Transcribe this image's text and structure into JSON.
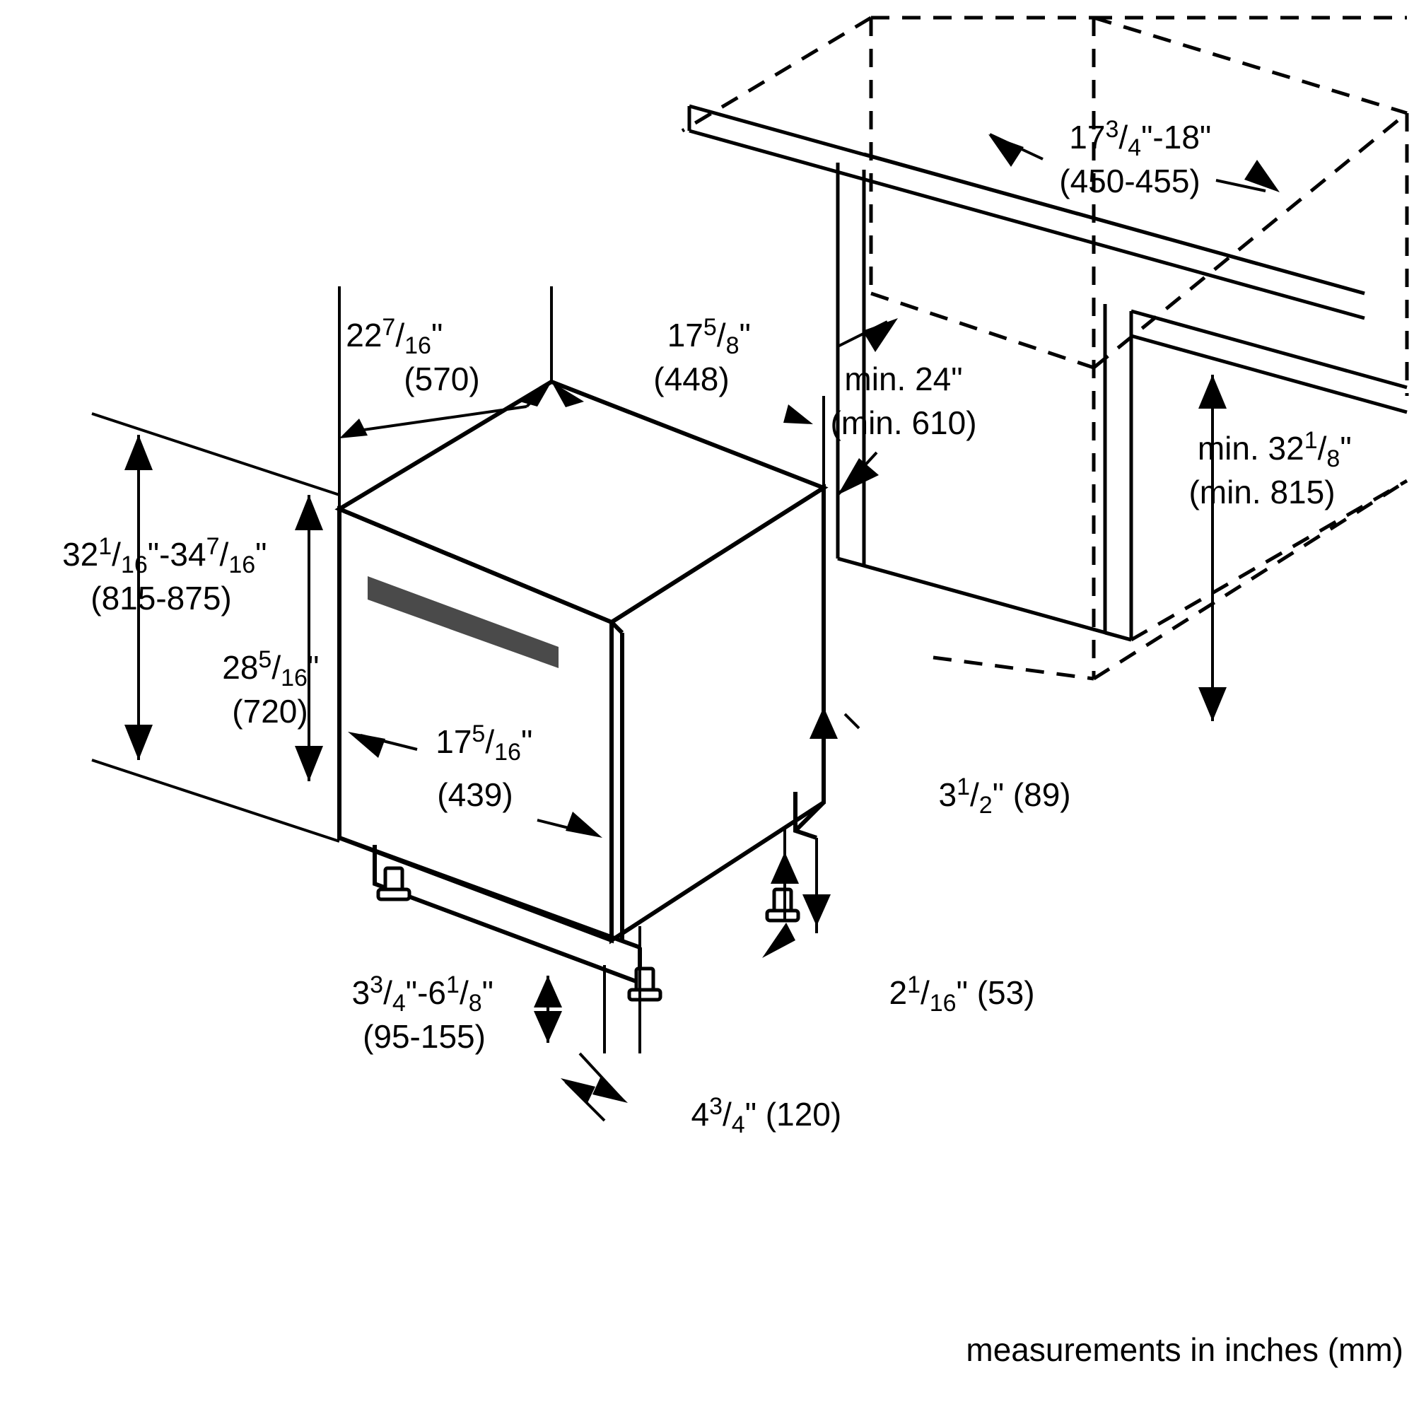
{
  "drawing": {
    "title": "Dishwasher installation dimension diagram",
    "footnote": "measurements in inches (mm)",
    "stroke_color": "#000000",
    "handle_color": "#4a4a4a",
    "background_color": "#ffffff"
  },
  "dimensions": {
    "depth_top_left": {
      "whole": "22",
      "numerator": "7",
      "denominator": "16",
      "unit": "\"",
      "inches_label": "22⁷/₁₆\"",
      "mm_label": "(570)"
    },
    "width_top_right": {
      "whole": "17",
      "numerator": "5",
      "denominator": "8",
      "unit": "\"",
      "inches_label": "17⁵/₈\"",
      "mm_label": "(448)"
    },
    "cabinet_depth": {
      "inches_label": "17³/₄\"-18\"",
      "mm_label": "(450-455)"
    },
    "cabinet_width_min": {
      "inches_label": "min. 24\"",
      "mm_label": "(min. 610)"
    },
    "cabinet_height_min": {
      "inches_label": "min. 32¹/₈\"",
      "mm_label": "(min. 815)"
    },
    "overall_height": {
      "inches_label": "32¹/₁₆\"-34⁷/₁₆\"",
      "mm_label": "(815-875)"
    },
    "door_height": {
      "inches_label": "28⁵/₁₆\"",
      "mm_label": "(720)"
    },
    "front_width": {
      "inches_label": "17⁵/₁₆\"",
      "mm_label": "(439)"
    },
    "toe_kick_height": {
      "inches_label": "3³/₄\"-6¹/₈\"",
      "mm_label": "(95-155)"
    },
    "toe_kick_depth": {
      "inches_label": "4³/₄\"",
      "mm_label": "(120)"
    },
    "rear_offset": {
      "inches_label": "3¹/₂\"",
      "mm_label": "(89)"
    },
    "base_offset": {
      "inches_label": "2¹/₁₆\"",
      "mm_label": "(53)"
    }
  },
  "labels": {
    "d_22_7_16_line1_a": "22",
    "d_22_7_16_line1_sup": "7",
    "d_22_7_16_line1_slash": "/",
    "d_22_7_16_line1_sub": "16",
    "d_22_7_16_line1_unit": "\"",
    "d_22_7_16_line2": "(570)",
    "d_17_5_8_line1_a": "17",
    "d_17_5_8_line1_sup": "5",
    "d_17_5_8_line1_slash": "/",
    "d_17_5_8_line1_sub": "8",
    "d_17_5_8_line1_unit": "\"",
    "d_17_5_8_line2": "(448)",
    "d_17_3_4_18_line1_a": "17",
    "d_17_3_4_18_line1_sup": "3",
    "d_17_3_4_18_line1_slash": "/",
    "d_17_3_4_18_line1_sub": "4",
    "d_17_3_4_18_line1_rest": "\"-18\"",
    "d_17_3_4_18_line2": "(450-455)",
    "d_min24_line1": "min. 24\"",
    "d_min24_line2": "(min. 610)",
    "d_min32_line1_a": "min. 32",
    "d_min32_line1_sup": "1",
    "d_min32_line1_slash": "/",
    "d_min32_line1_sub": "8",
    "d_min32_line1_unit": "\"",
    "d_min32_line2": "(min. 815)",
    "d_32_34_line1_a": "32",
    "d_32_34_line1_sup1": "1",
    "d_32_34_line1_slash1": "/",
    "d_32_34_line1_sub1": "16",
    "d_32_34_line1_mid": "\"-34",
    "d_32_34_line1_sup2": "7",
    "d_32_34_line1_slash2": "/",
    "d_32_34_line1_sub2": "16",
    "d_32_34_line1_unit": "\"",
    "d_32_34_line2": "(815-875)",
    "d_28_5_16_line1_a": "28",
    "d_28_5_16_line1_sup": "5",
    "d_28_5_16_line1_slash": "/",
    "d_28_5_16_line1_sub": "16",
    "d_28_5_16_line1_unit": "\"",
    "d_28_5_16_line2": "(720)",
    "d_17_5_16_line1_a": "17",
    "d_17_5_16_line1_sup": "5",
    "d_17_5_16_line1_slash": "/",
    "d_17_5_16_line1_sub": "16",
    "d_17_5_16_line1_unit": "\"",
    "d_17_5_16_line2": "(439)",
    "d_3_1_2_a": "3",
    "d_3_1_2_sup": "1",
    "d_3_1_2_slash": "/",
    "d_3_1_2_sub": "2",
    "d_3_1_2_rest": "\" (89)",
    "d_2_1_16_a": "2",
    "d_2_1_16_sup": "1",
    "d_2_1_16_slash": "/",
    "d_2_1_16_sub": "16",
    "d_2_1_16_rest": "\" (53)",
    "d_3_3_4_6_1_8_line1_a": "3",
    "d_3_3_4_6_1_8_line1_sup1": "3",
    "d_3_3_4_6_1_8_line1_slash1": "/",
    "d_3_3_4_6_1_8_line1_sub1": "4",
    "d_3_3_4_6_1_8_line1_mid": "\"-6",
    "d_3_3_4_6_1_8_line1_sup2": "1",
    "d_3_3_4_6_1_8_line1_slash2": "/",
    "d_3_3_4_6_1_8_line1_sub2": "8",
    "d_3_3_4_6_1_8_line1_unit": "\"",
    "d_3_3_4_6_1_8_line2": "(95-155)",
    "d_4_3_4_a": "4",
    "d_4_3_4_sup": "3",
    "d_4_3_4_slash": "/",
    "d_4_3_4_sub": "4",
    "d_4_3_4_rest": "\" (120)",
    "footnote": "measurements in inches (mm)"
  }
}
